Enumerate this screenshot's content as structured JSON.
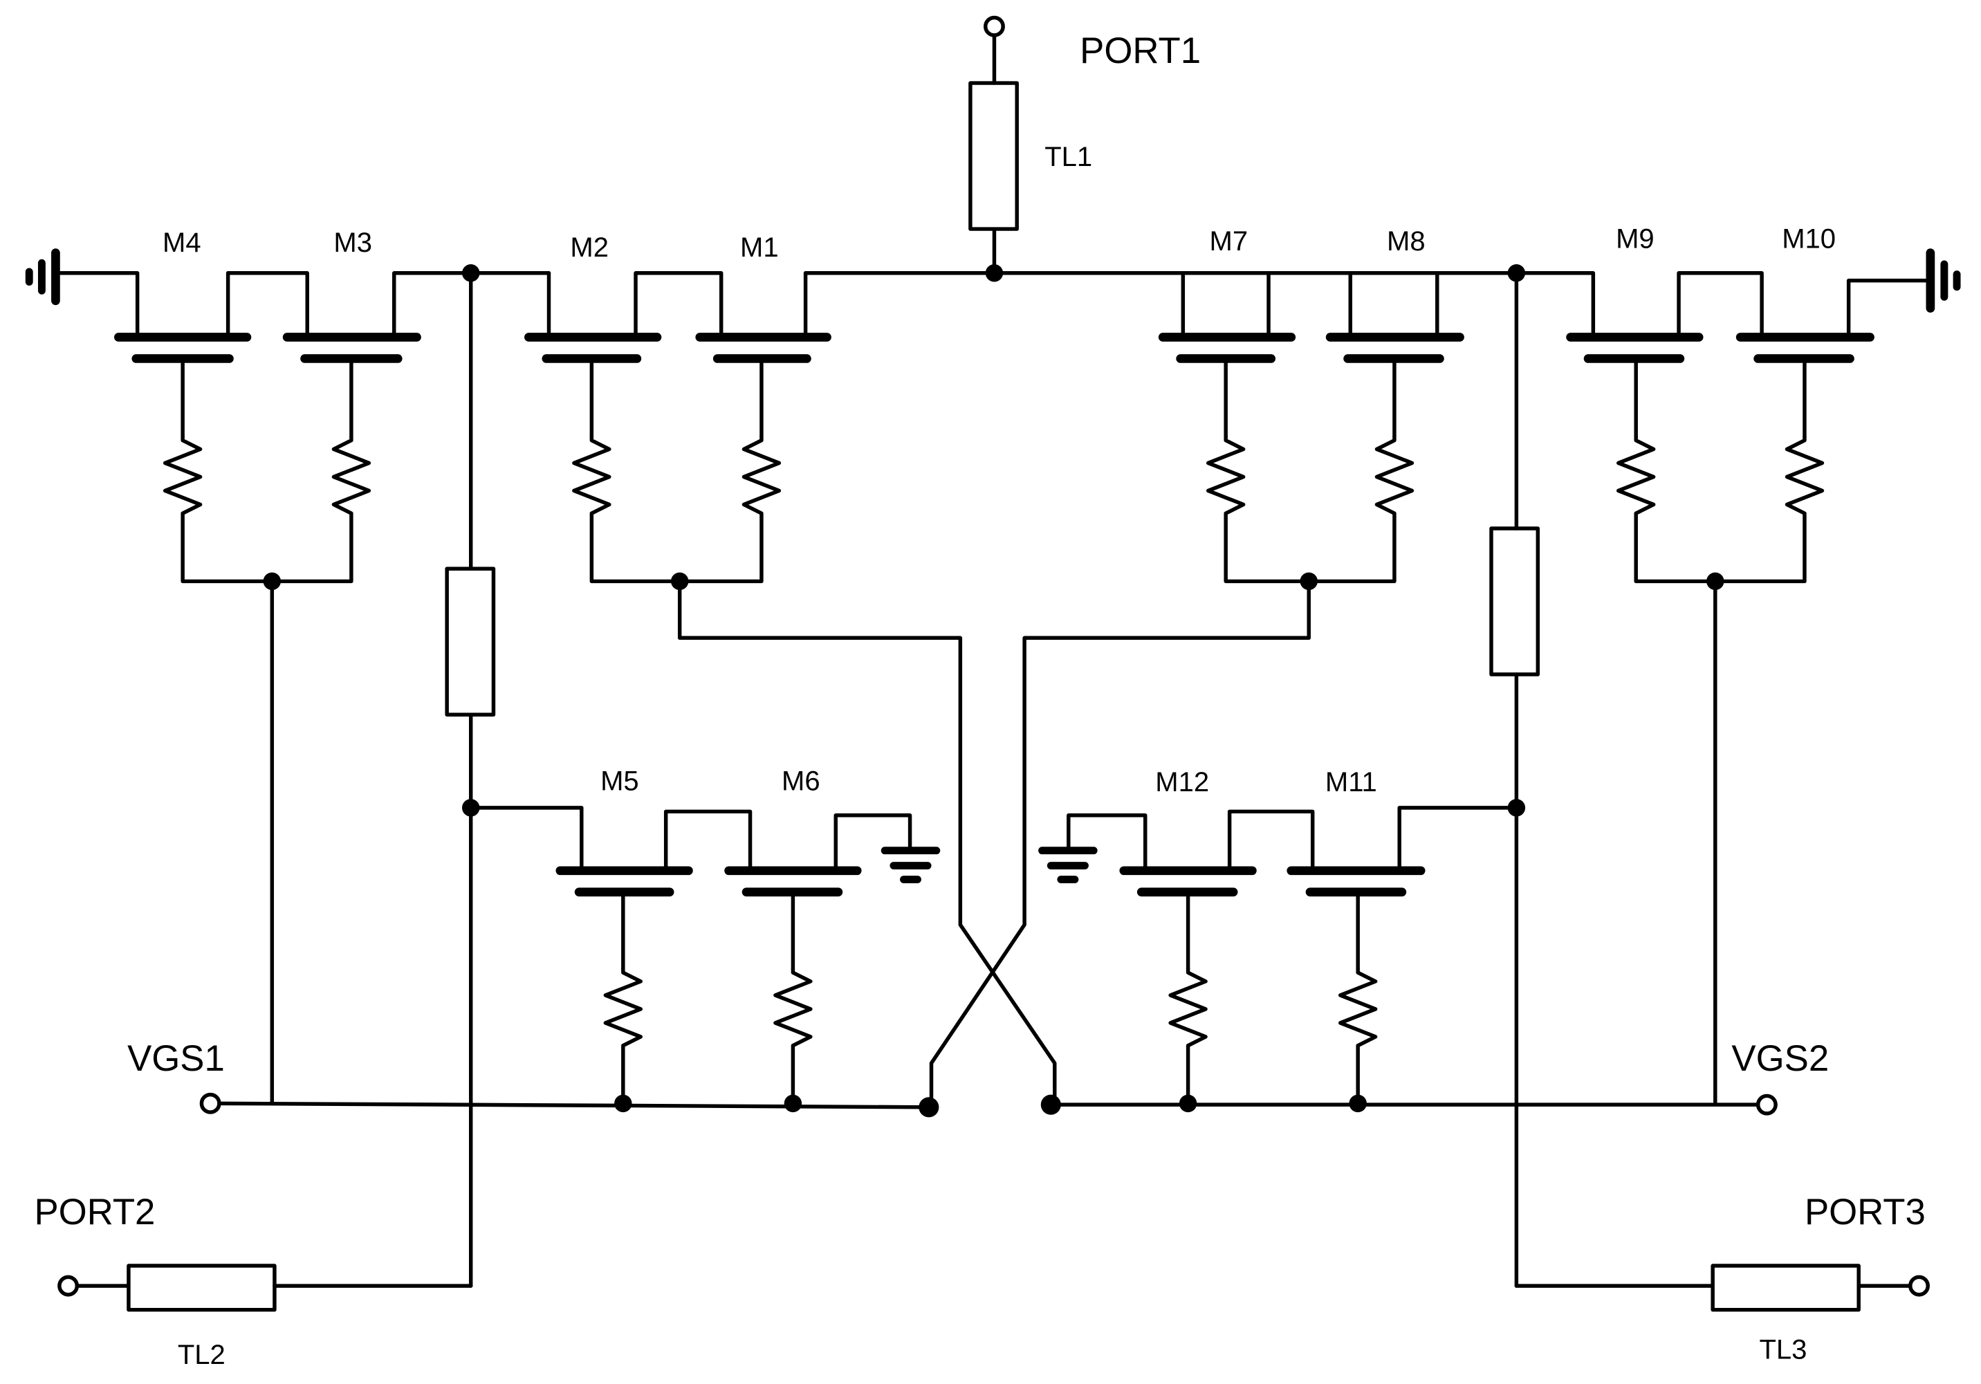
{
  "labels": {
    "port1": "PORT1",
    "port2": "PORT2",
    "port3": "PORT3",
    "tl1": "TL1",
    "tl2": "TL2",
    "tl3": "TL3",
    "vgs1": "VGS1",
    "vgs2": "VGS2",
    "m1": "M1",
    "m2": "M2",
    "m3": "M3",
    "m4": "M4",
    "m5": "M5",
    "m6": "M6",
    "m7": "M7",
    "m8": "M8",
    "m9": "M9",
    "m10": "M10",
    "m11": "M11",
    "m12": "M12"
  }
}
